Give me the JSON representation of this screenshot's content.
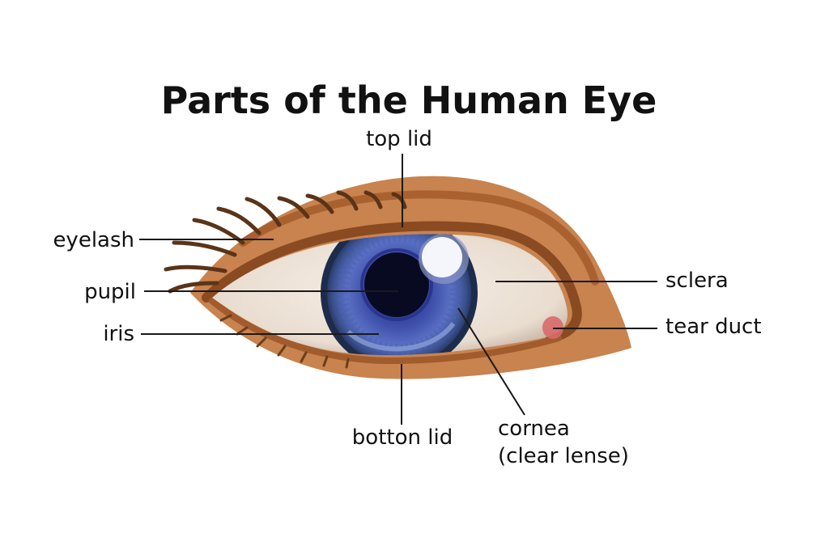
{
  "title": "Parts of the Human Eye",
  "labels": {
    "top_lid": "top lid",
    "eyelash": "eyelash",
    "pupil": "pupil",
    "iris": "iris",
    "sclera": "sclera",
    "tear_duct": "tear duct",
    "bottom_lid": "botton lid",
    "cornea_line1": "cornea",
    "cornea_line2": "(clear lense)"
  },
  "colors": {
    "background": "#ffffff",
    "skin": "#c8834e",
    "skin_dark": "#a9622f",
    "lash": "#5a3418",
    "sclera": "#efe6dc",
    "iris_outer": "#25375e",
    "iris_mid": "#4a5fb0",
    "iris_light": "#7d90d6",
    "pupil": "#080a22",
    "highlight": "#f4f6fb",
    "tear_duct": "#d86a6a",
    "text": "#111111"
  }
}
